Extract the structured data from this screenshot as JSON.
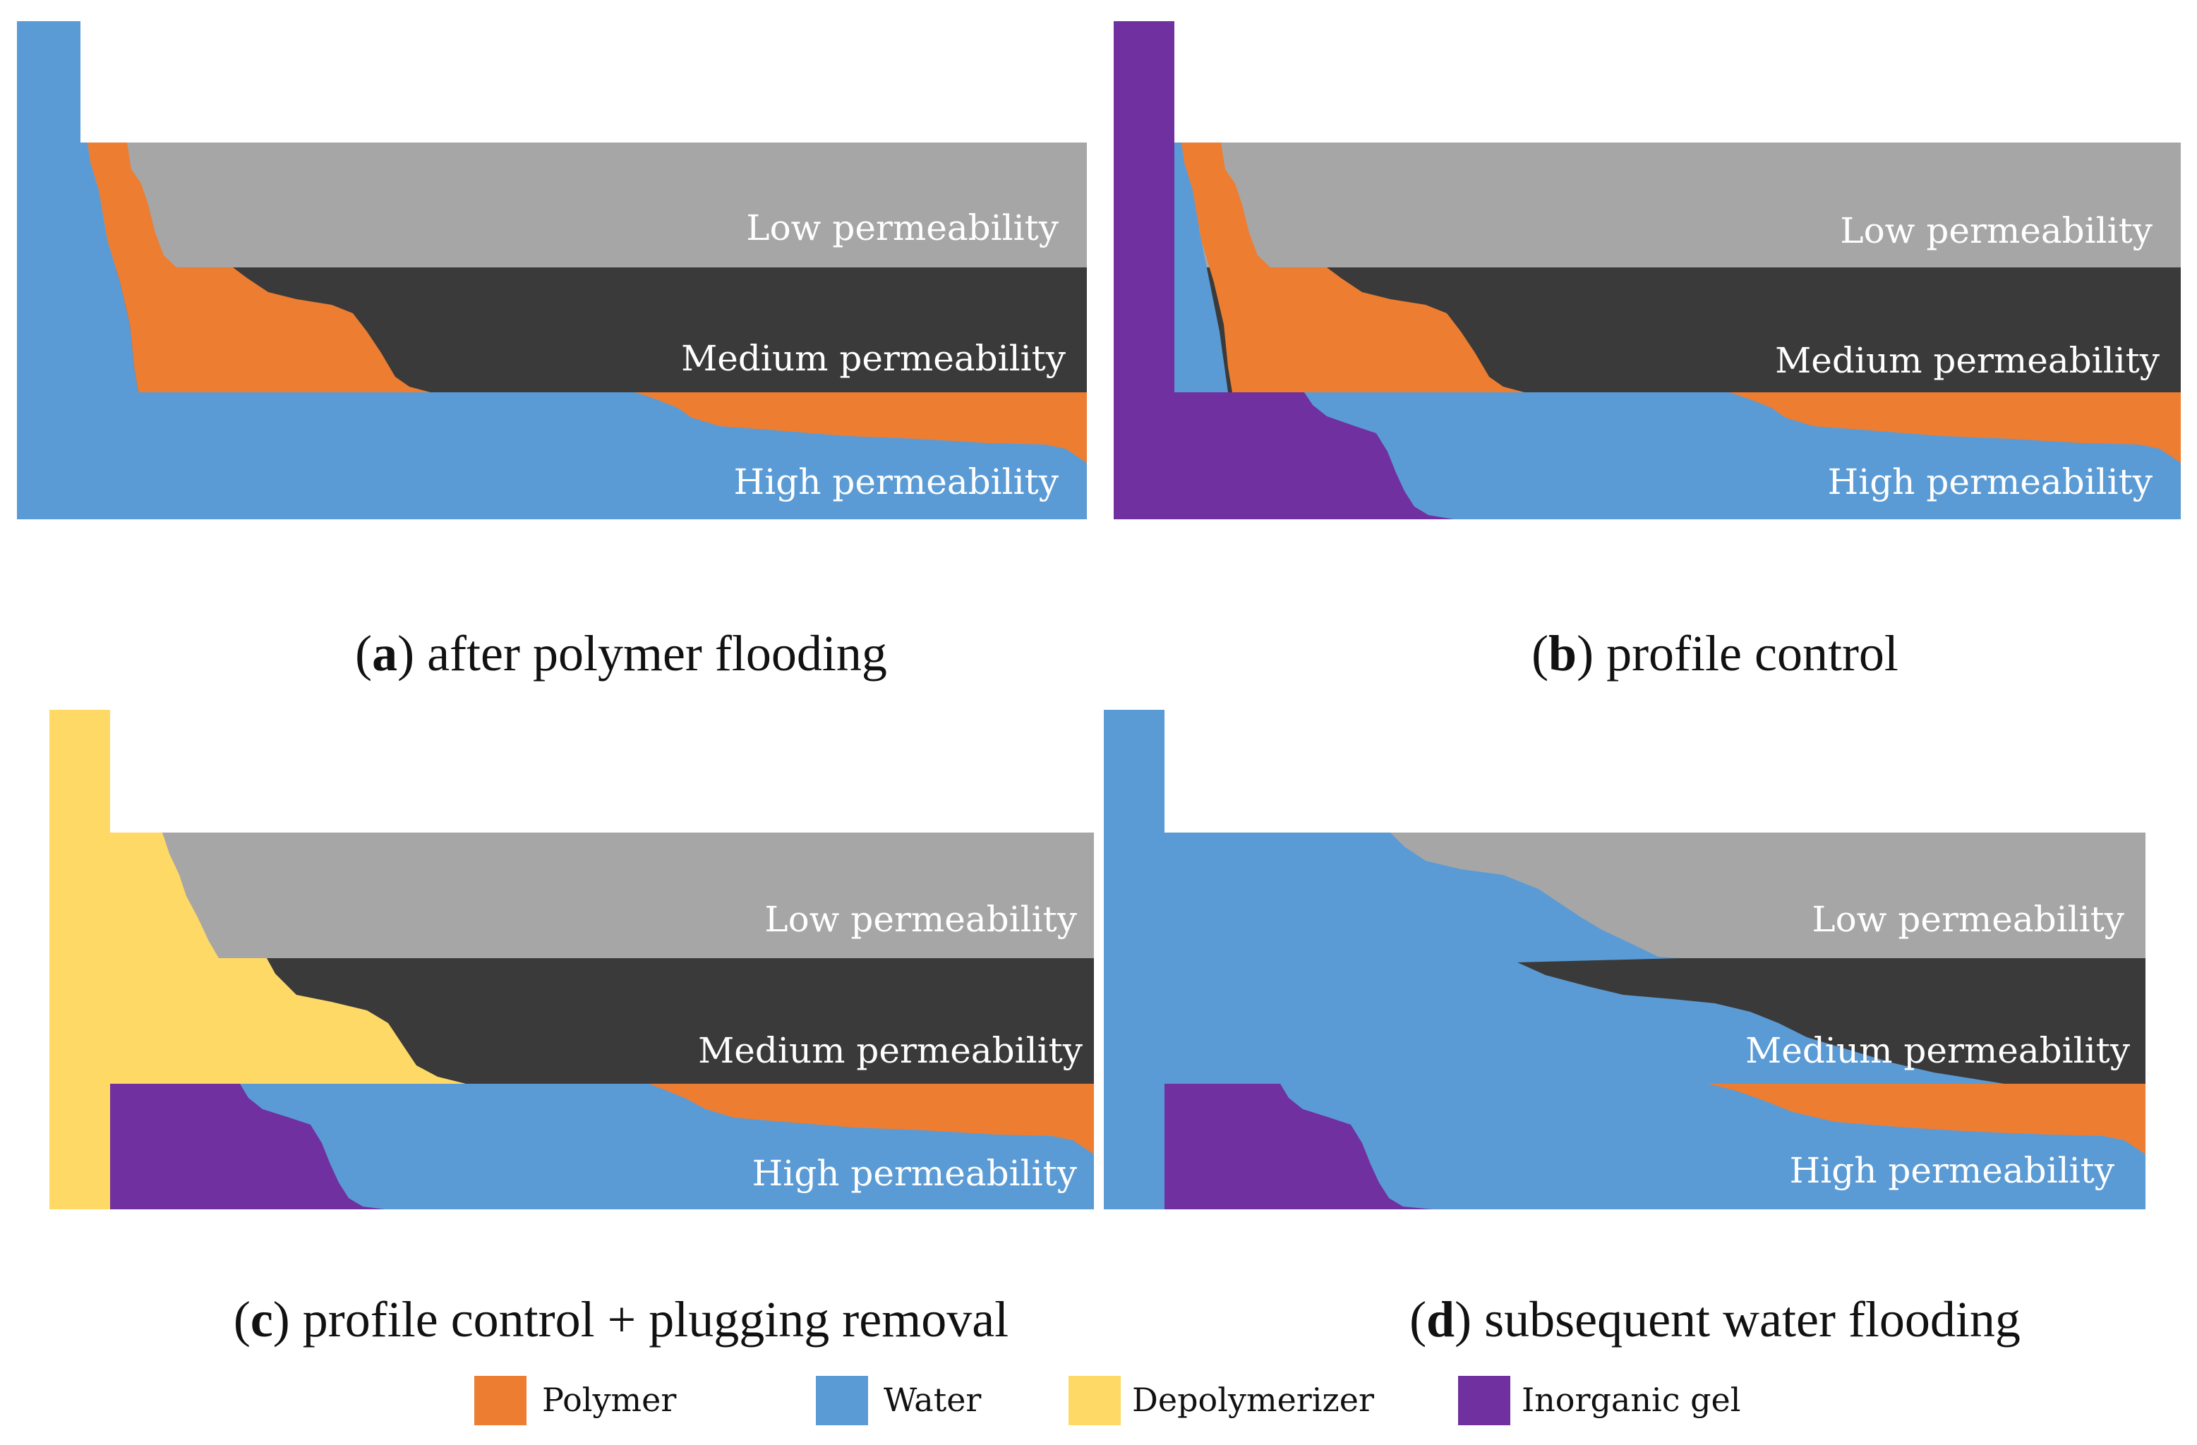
{
  "colors": {
    "polymer": "#ED7D31",
    "water": "#5B9BD5",
    "depolymerizer": "#FFD966",
    "inorganic_gel": "#7030A0",
    "low_layer": "#A6A6A6",
    "medium_layer": "#3A3A3A"
  },
  "panels": [
    {
      "id": "a",
      "letter": "a",
      "caption_text": "after polymer flooding",
      "labels": {
        "low": "Low permeability",
        "medium": "Medium permeability",
        "high": "High permeability"
      }
    },
    {
      "id": "b",
      "letter": "b",
      "caption_text": "profile control",
      "labels": {
        "low": "Low permeability",
        "medium": "Medium permeability",
        "high": "High permeability"
      }
    },
    {
      "id": "c",
      "letter": "c",
      "caption_text": "profile control + plugging removal",
      "labels": {
        "low": "Low permeability",
        "medium": "Medium permeability",
        "high": "High permeability"
      }
    },
    {
      "id": "d",
      "letter": "d",
      "caption_text": "subsequent water flooding",
      "labels": {
        "low": "Low permeability",
        "medium": "Medium permeability",
        "high": "High permeability"
      }
    }
  ],
  "legend": [
    {
      "key": "polymer",
      "label": "Polymer"
    },
    {
      "key": "water",
      "label": "Water"
    },
    {
      "key": "depolymerizer",
      "label": "Depolymerizer"
    },
    {
      "key": "inorganic_gel",
      "label": "Inorganic gel"
    }
  ]
}
